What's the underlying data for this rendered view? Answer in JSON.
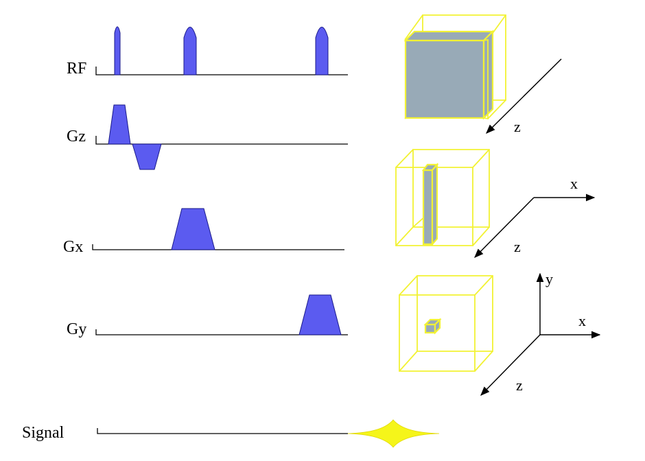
{
  "timing_diagram": {
    "rows": [
      {
        "id": "rf",
        "label": "RF"
      },
      {
        "id": "gz",
        "label": "Gz"
      },
      {
        "id": "gx",
        "label": "Gx"
      },
      {
        "id": "gy",
        "label": "Gy"
      },
      {
        "id": "signal",
        "label": "Signal"
      }
    ]
  },
  "localization": {
    "panel1": {
      "z_label": "z"
    },
    "panel2": {
      "x_label": "x",
      "z_label": "z"
    },
    "panel3": {
      "y_label": "y",
      "x_label": "x",
      "z_label": "z"
    }
  },
  "colors": {
    "pulse_fill": "#5b5bf0",
    "box_outline": "#f2f233",
    "slab_fill": "#98aab7",
    "echo_fill": "#f5f51a"
  }
}
